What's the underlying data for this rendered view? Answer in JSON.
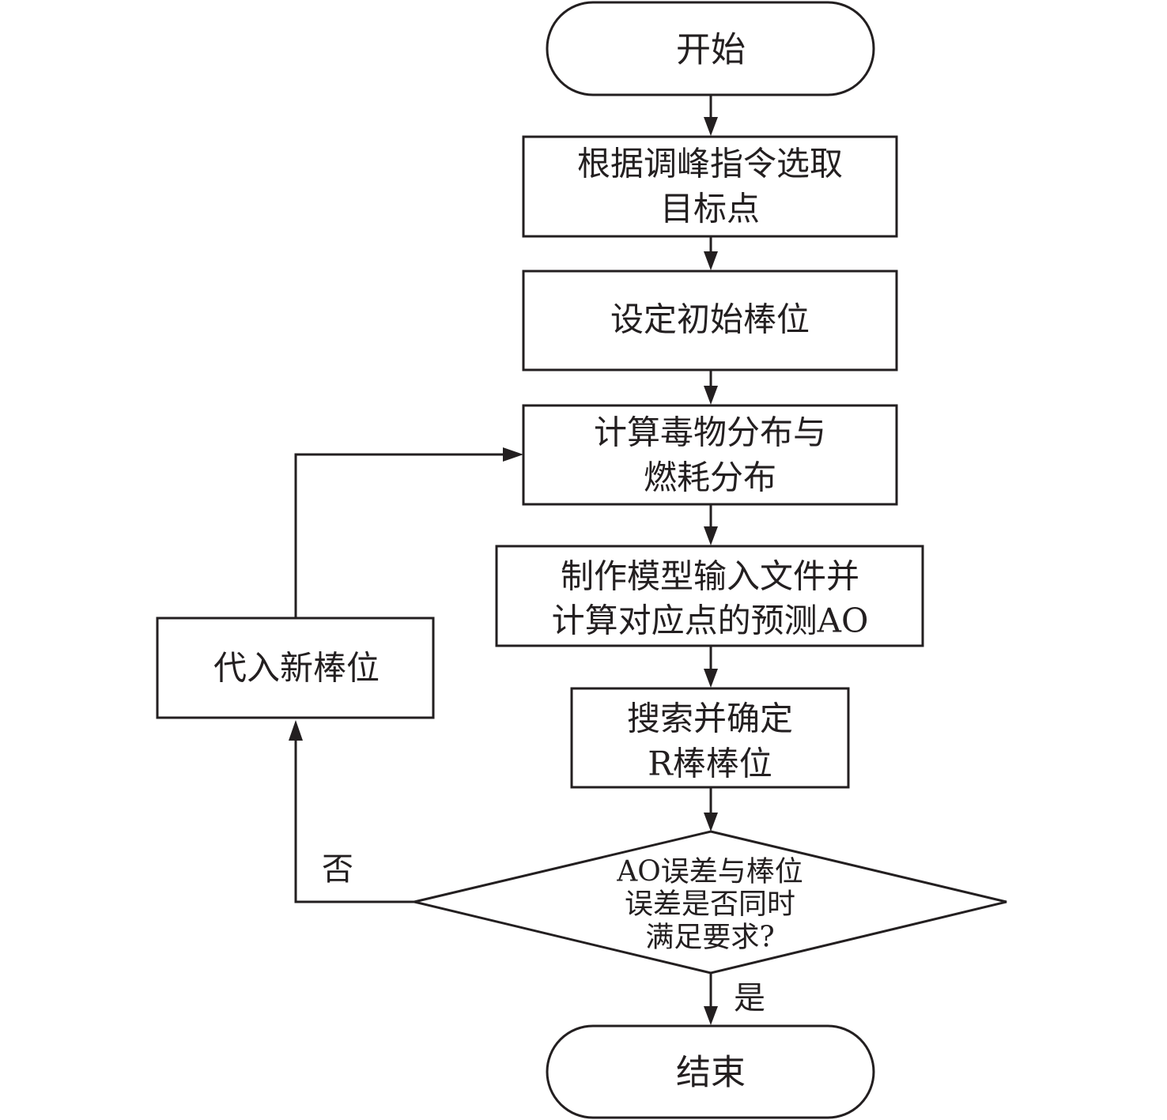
{
  "nodes": {
    "start": {
      "lines": [
        "开始"
      ]
    },
    "select_target": {
      "lines": [
        "根据调峰指令选取",
        "目标点"
      ]
    },
    "init_rod": {
      "lines": [
        "设定初始棒位"
      ]
    },
    "calc_dist": {
      "lines": [
        "计算毒物分布与",
        "燃耗分布"
      ]
    },
    "make_model": {
      "lines": [
        "制作模型输入文件并",
        "计算对应点的预测AO"
      ]
    },
    "search_rod": {
      "lines": [
        "搜索并确定",
        "R棒棒位"
      ]
    },
    "decision": {
      "lines": [
        "AO误差与棒位",
        "误差是否同时",
        "满足要求?"
      ]
    },
    "new_rod": {
      "lines": [
        "代入新棒位"
      ]
    },
    "end": {
      "lines": [
        "结束"
      ]
    }
  },
  "edge_labels": {
    "no": "否",
    "yes": "是"
  },
  "colors": {
    "stroke": "#231f20",
    "fill": "#ffffff"
  }
}
